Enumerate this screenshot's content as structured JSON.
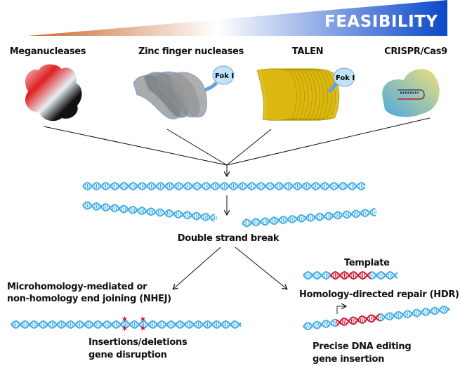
{
  "banner": {
    "label": "FEASIBILITY",
    "colors": {
      "low": "#c8642a",
      "high": "#0a47c8"
    }
  },
  "nucleases": [
    {
      "name": "Meganucleases"
    },
    {
      "name": "Zinc finger nucleases",
      "domain_label": "Fok I"
    },
    {
      "name": "TALEN",
      "domain_label": "Fok I"
    },
    {
      "name": "CRISPR/Cas9"
    }
  ],
  "dsb_label": "Double strand break",
  "nhej": {
    "title_line1": "Microhomology-mediated or",
    "title_line2": "non-homology end joining (NHEJ)",
    "outcome_line1": "Insertions/deletions",
    "outcome_line2": "gene disruption"
  },
  "hdr": {
    "template_label": "Template",
    "title": "Homology-directed repair (HDR)",
    "outcome_line1": "Precise DNA editing",
    "outcome_line2": "gene insertion"
  },
  "colors": {
    "dna": "#3aa8e6",
    "insert": "#c8102e",
    "talen": "#d9b80f",
    "zinc": "#8e8e8e"
  }
}
